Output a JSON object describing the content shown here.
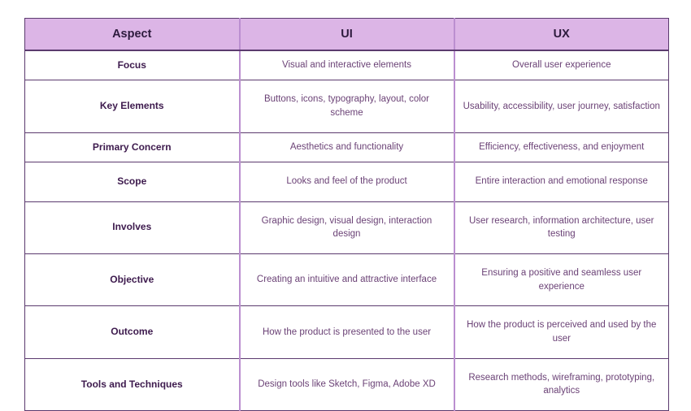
{
  "colors": {
    "header_bg": "#dcb5e6",
    "header_text": "#2d1b3d",
    "body_text": "#6b4276",
    "aspect_text": "#3d1a4d",
    "horizontal_border": "#5b3a6e",
    "vertical_border": "#bb8fd0",
    "page_bg": "#ffffff"
  },
  "table": {
    "headers": [
      "Aspect",
      "UI",
      "UX"
    ],
    "rows": [
      {
        "aspect": "Focus",
        "ui": "Visual and interactive elements",
        "ux": "Overall user experience",
        "tall": false
      },
      {
        "aspect": "Key Elements",
        "ui": "Buttons, icons, typography, layout, color scheme",
        "ux": "Usability, accessibility, user journey, satisfaction",
        "tall": true
      },
      {
        "aspect": "Primary Concern",
        "ui": "Aesthetics and functionality",
        "ux": "Efficiency, effectiveness, and enjoyment",
        "tall": false
      },
      {
        "aspect": "Scope",
        "ui": "Looks and feel of the product",
        "ux": "Entire interaction and emotional response",
        "tall": true
      },
      {
        "aspect": "Involves",
        "ui": "Graphic design, visual design, interaction design",
        "ux": "User research, information architecture, user testing",
        "tall": true
      },
      {
        "aspect": "Objective",
        "ui": "Creating an intuitive and attractive interface",
        "ux": "Ensuring a positive and seamless user experience",
        "tall": true
      },
      {
        "aspect": "Outcome",
        "ui": "How the product is presented to the user",
        "ux": "How the product is perceived and used by the user",
        "tall": true
      },
      {
        "aspect": "Tools and Techniques",
        "ui": "Design tools like Sketch, Figma, Adobe XD",
        "ux": "Research methods, wireframing, prototyping, analytics",
        "tall": true
      }
    ]
  }
}
